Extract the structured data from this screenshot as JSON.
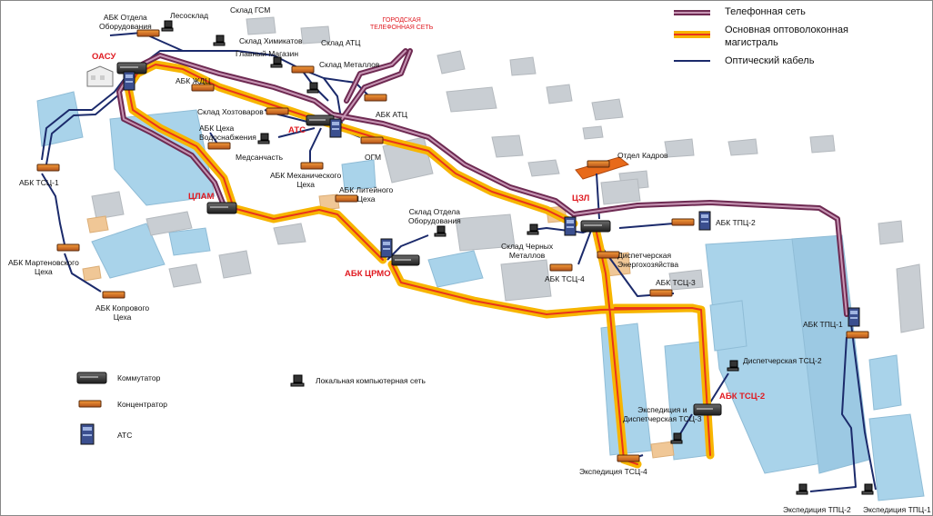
{
  "legend": {
    "phone": "Телефонная сеть",
    "fiber_main_1": "Основная оптоволоконная",
    "fiber_main_2": "магистраль",
    "optical": "Оптический кабель"
  },
  "key": {
    "switch": "Коммутатор",
    "hub": "Концентратор",
    "pbx": "АТС",
    "lan": "Локальная компьютерная сеть"
  },
  "city_phone": {
    "line1": "ГОРОДСКАЯ",
    "line2": "ТЕЛЕФОННАЯ СЕТЬ"
  },
  "nodes_red": {
    "oasu": "ОАСУ",
    "ats": "АТС",
    "tslam": "ЦЛАМ",
    "abk_tsrmo": "АБК ЦРМО",
    "tszl": "ЦЗЛ",
    "abk_tss2": "АБК ТСЦ-2"
  },
  "labels": {
    "abk_otdela_oborud": [
      "АБК Отдела",
      "Оборудования"
    ],
    "lesosklad": "Лесосклад",
    "sklad_gsm": "Склад ГСМ",
    "sklad_himikatov": "Склад Химикатов",
    "sklad_ats": "Склад АТЦ",
    "glavny_magazin": "Главный Магазин",
    "sklad_metallov": "Склад Металлов",
    "abk_zhdts": "АБК ЖДЦ",
    "abk_ats": "АБК АТЦ",
    "sklad_hoztovarov": "Склад Хозтоваров",
    "abk_tseha_vodo": [
      "АБК Цеха",
      "Водоснабжения"
    ],
    "medchast": "Медсанчасть",
    "ogm": "ОГМ",
    "abk_mehanich": [
      "АБК Механического",
      "Цеха"
    ],
    "abk_liteyny": [
      "АБК Литейного",
      "Цеха"
    ],
    "abk_tss1": "АБК ТСЦ-1",
    "abk_martenov": [
      "АБК Мартеновского",
      "Цеха"
    ],
    "abk_koprovogo": [
      "АБК Копрового",
      "Цеха"
    ],
    "sklad_otdela_oborud": [
      "Склад Отдела",
      "Оборудования"
    ],
    "sklad_chernyh": [
      "Склад Черных",
      "Металлов"
    ],
    "otdel_kadrov": "Отдел Кадров",
    "abk_tpts2": "АБК ТПЦ-2",
    "dispetch_energo": [
      "Диспетчерская",
      "Энергохозяйства"
    ],
    "abk_tss4": "АБК ТСЦ-4",
    "abk_tss3": "АБК ТСЦ-3",
    "abk_tpts1": "АБК ТПЦ-1",
    "dispetch_tss2": "Диспетчерская ТСЦ-2",
    "eksped_tss3": [
      "Экспедиция и",
      "Диспетчерская ТСЦ-3"
    ],
    "eksped_tss4": "Экспедиция ТСЦ-4",
    "eksped_tpts2": "Экспедиция ТПЦ-2",
    "eksped_tpts1": "Экспедиция ТПЦ-1"
  },
  "colors": {
    "phone_outer": "#6e2a52",
    "phone_inner": "#c796b4",
    "fiber_outer": "#f7b500",
    "fiber_inner": "#e8341c",
    "optical": "#1b2a6b",
    "building_blue": "#a9d3ea",
    "building_gray": "#c9ced3",
    "building_orange": "#f0c796",
    "label_red": "#e01b22"
  }
}
